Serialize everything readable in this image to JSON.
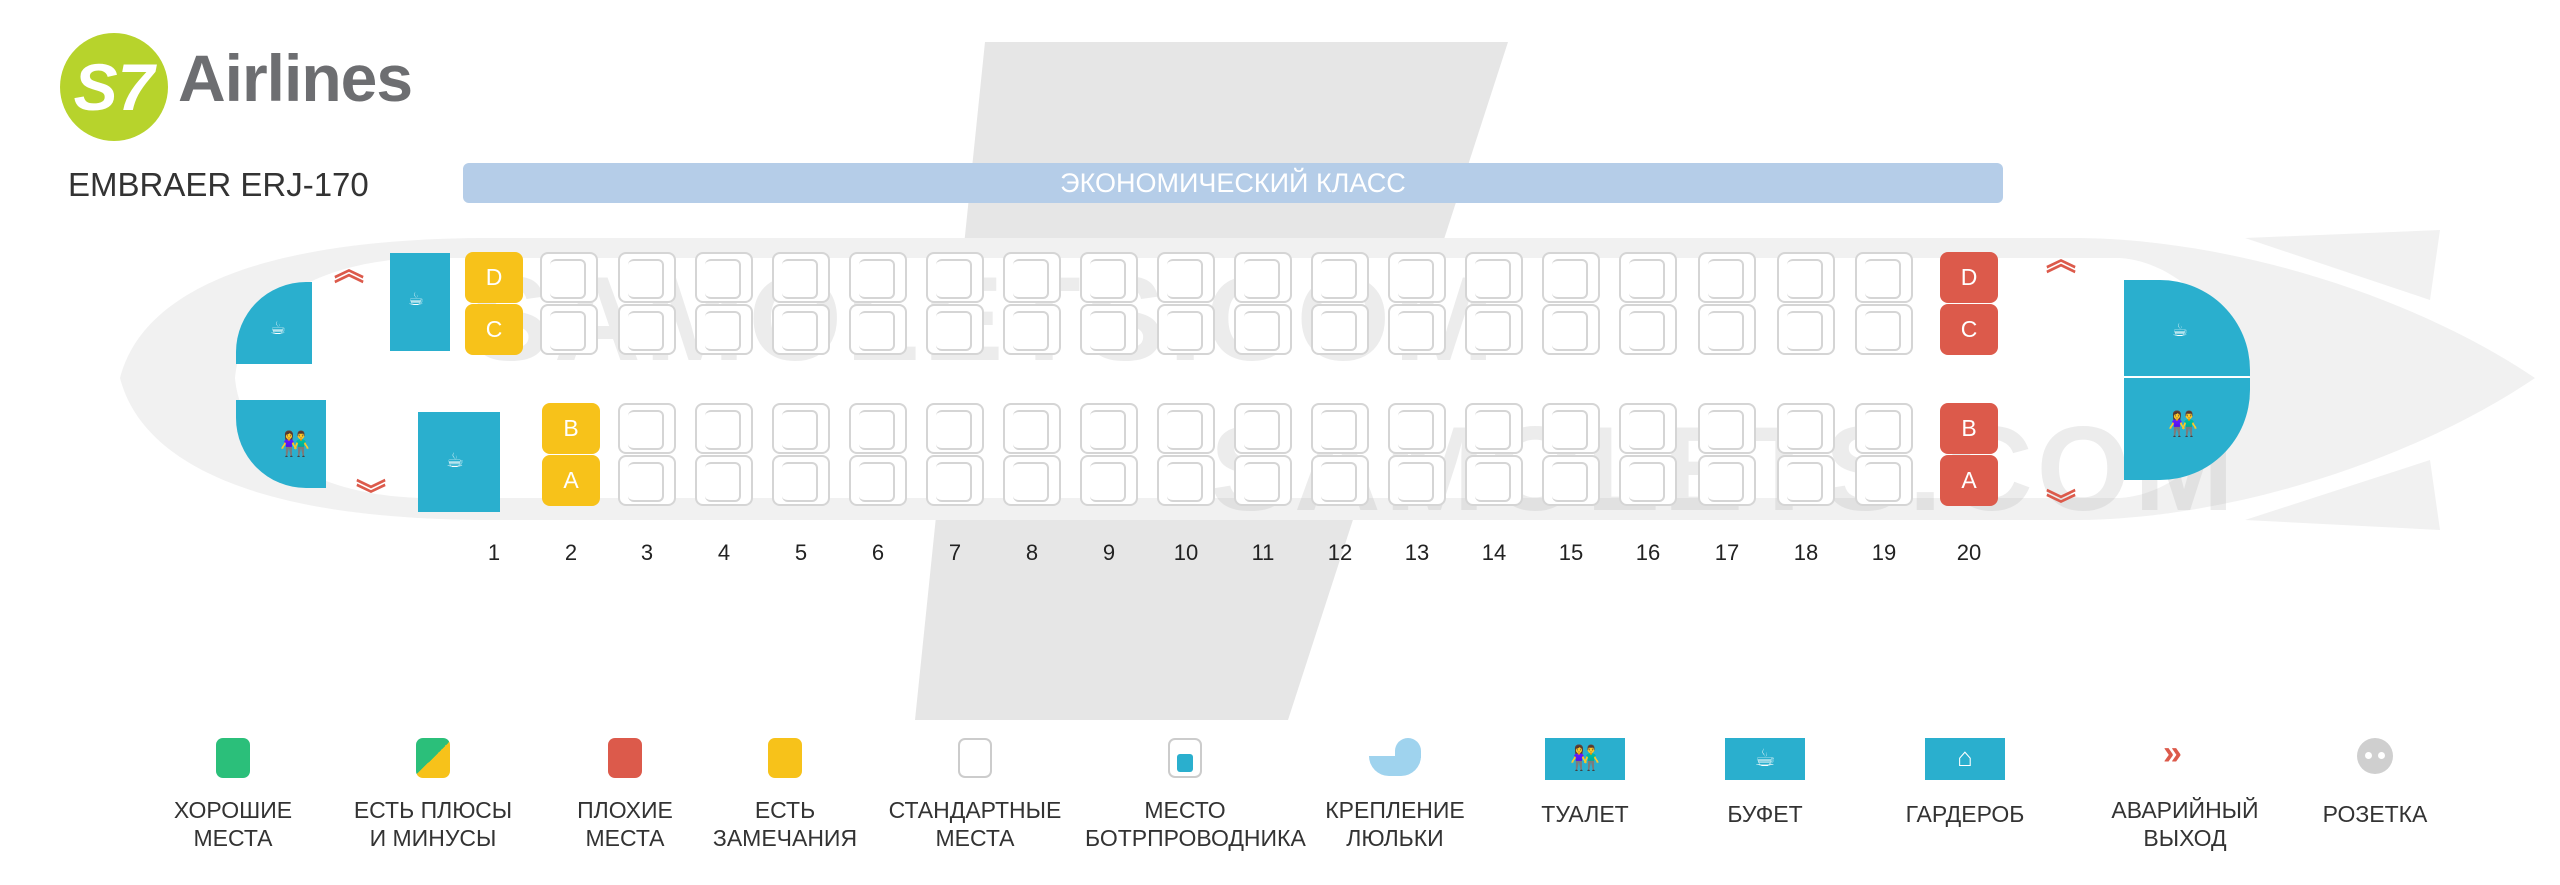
{
  "brand": {
    "logo_mark": "S7",
    "name": "Airlines",
    "color": "#b7d32c"
  },
  "aircraft": {
    "model": "EMBRAER ERJ-170"
  },
  "cabin": {
    "class_label": "ЭКОНОМИЧЕСКИЙ КЛАСС",
    "bar_color": "#b5cde8"
  },
  "watermark": "SAMOLETS.COM",
  "seat_letters": {
    "top_upper": "D",
    "top_lower": "C",
    "bottom_upper": "B",
    "bottom_lower": "A"
  },
  "rows": [
    "1",
    "2",
    "3",
    "4",
    "5",
    "6",
    "7",
    "8",
    "9",
    "10",
    "11",
    "12",
    "13",
    "14",
    "15",
    "16",
    "17",
    "18",
    "19",
    "20"
  ],
  "seat_status": {
    "row1_DC": "yellow",
    "row2_BA": "yellow",
    "row20_DCBA": "red",
    "other": "standard"
  },
  "colors": {
    "good": "#2bbf7a",
    "bad": "#dc5a4b",
    "remarks": "#f7c21a",
    "facility": "#2aafce",
    "exit": "#dc5a4b"
  },
  "legend": [
    {
      "icon": "green-seat-icon",
      "line1": "ХОРОШИЕ",
      "line2": "МЕСТА"
    },
    {
      "icon": "mixed-seat-icon",
      "line1": "ЕСТЬ ПЛЮСЫ",
      "line2": "И МИНУСЫ"
    },
    {
      "icon": "red-seat-icon",
      "line1": "ПЛОХИЕ",
      "line2": "МЕСТА"
    },
    {
      "icon": "yellow-seat-icon",
      "line1": "ЕСТЬ",
      "line2": "ЗАМЕЧАНИЯ"
    },
    {
      "icon": "standard-seat-icon",
      "line1": "СТАНДАРТНЫЕ",
      "line2": "МЕСТА"
    },
    {
      "icon": "crew-seat-icon",
      "line1": "МЕСТО",
      "line2": "БОТРПРОВОДНИКА"
    },
    {
      "icon": "bassinet-icon",
      "line1": "КРЕПЛЕНИЕ",
      "line2": "ЛЮЛЬКИ"
    },
    {
      "icon": "toilet-icon",
      "line1": "ТУАЛЕТ",
      "line2": ""
    },
    {
      "icon": "buffet-icon",
      "line1": "БУФЕТ",
      "line2": ""
    },
    {
      "icon": "wardrobe-icon",
      "line1": "ГАРДЕРОБ",
      "line2": ""
    },
    {
      "icon": "emergency-exit-icon",
      "line1": "АВАРИЙНЫЙ",
      "line2": "ВЫХОД"
    },
    {
      "icon": "power-outlet-icon",
      "line1": "РОЗЕТКА",
      "line2": ""
    }
  ]
}
